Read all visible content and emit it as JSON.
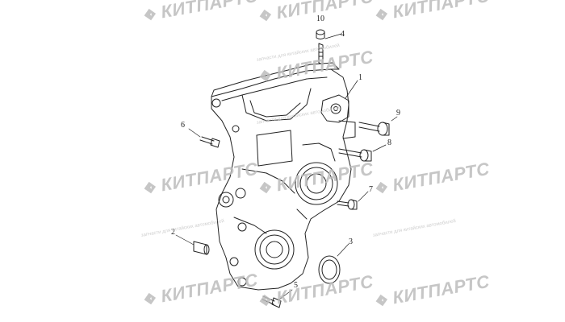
{
  "diagram": {
    "callouts": [
      "1",
      "2",
      "3",
      "4",
      "5",
      "6",
      "7",
      "8",
      "9",
      "10"
    ]
  },
  "watermark": {
    "brand": "КИТПАРТС",
    "tagline": "запчасти для китайских автомобилей",
    "color": "#bdbdbd"
  },
  "colors": {
    "line": "#222222",
    "background": "#ffffff"
  }
}
